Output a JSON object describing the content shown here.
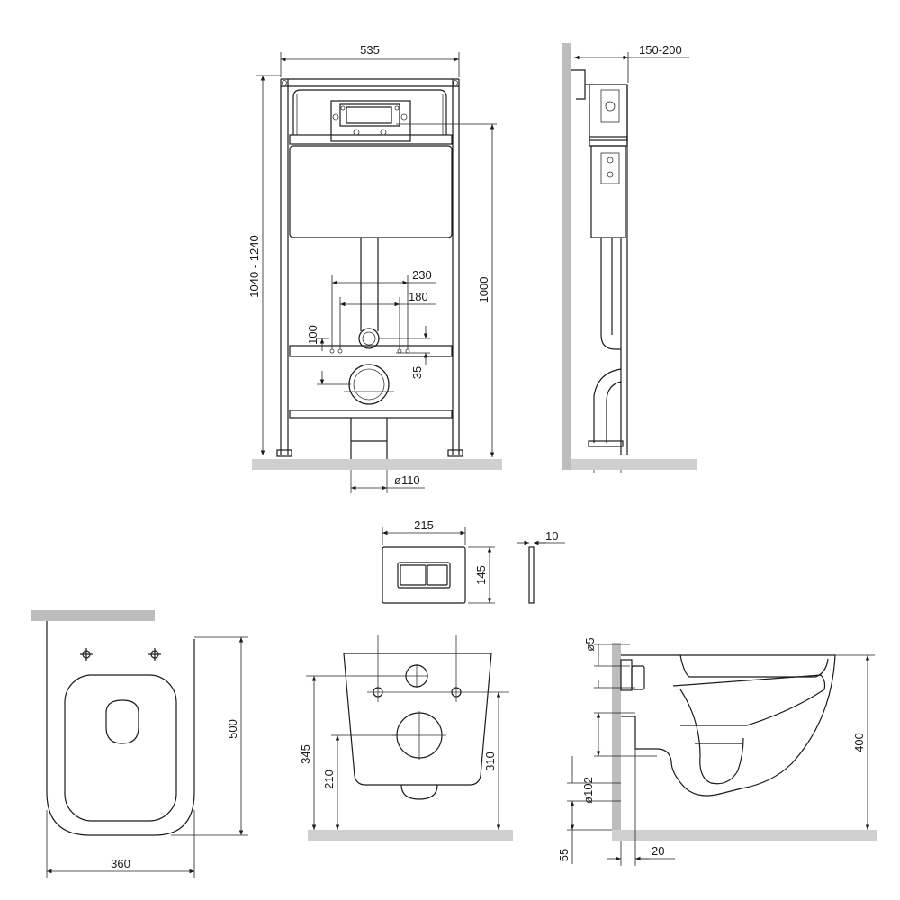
{
  "front_view": {
    "width": "535",
    "height_range": "1040 - 1240",
    "height": "1000",
    "spacing_outer": "230",
    "spacing_inner": "180",
    "offset_vertical": "100",
    "offset_small": "35",
    "pipe_diameter": "ø110"
  },
  "side_view": {
    "depth_range": "150-200"
  },
  "flush_button": {
    "width": "215",
    "height": "145",
    "thickness": "10"
  },
  "toilet_top": {
    "length": "500",
    "width": "360"
  },
  "toilet_back": {
    "height_total": "345",
    "height_pipe": "210",
    "height_right": "310"
  },
  "toilet_side": {
    "height": "400",
    "top_diameter": "ø5",
    "outlet_diameter": "ø102",
    "bottom_offset": "55",
    "wall_offset": "20"
  }
}
